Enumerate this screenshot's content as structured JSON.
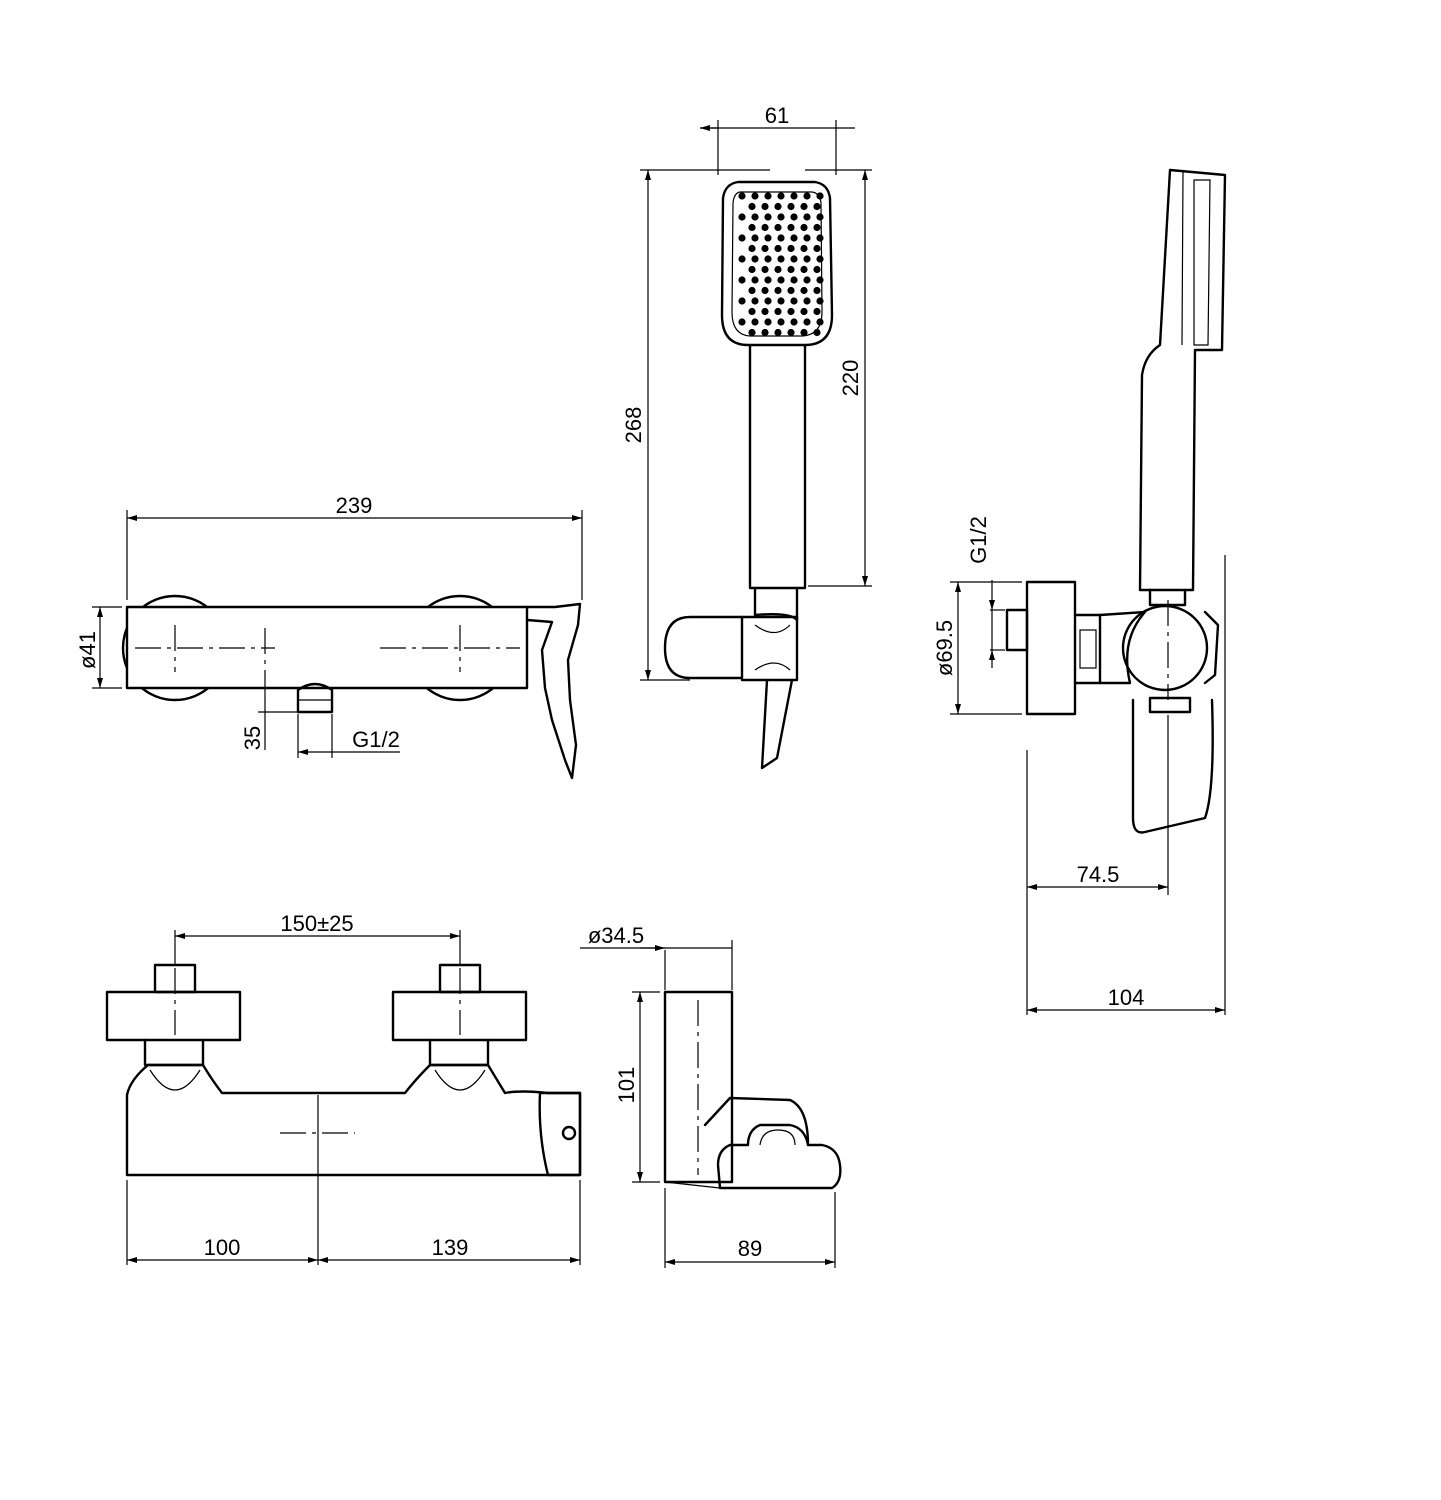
{
  "dimensions": {
    "front_width": "239",
    "front_diameter": "ø41",
    "outlet_offset": "35",
    "outlet_thread_front": "G1/2",
    "handshower_width": "61",
    "handshower_total_height": "268",
    "handshower_head_height": "220",
    "side_thread": "G1/2",
    "side_diameter": "ø69.5",
    "side_depth_small": "74.5",
    "side_depth_large": "104",
    "bottom_spacing": "150±25",
    "bottom_left": "100",
    "bottom_right": "139",
    "holder_diameter": "ø34.5",
    "holder_height": "101",
    "holder_depth": "89"
  }
}
